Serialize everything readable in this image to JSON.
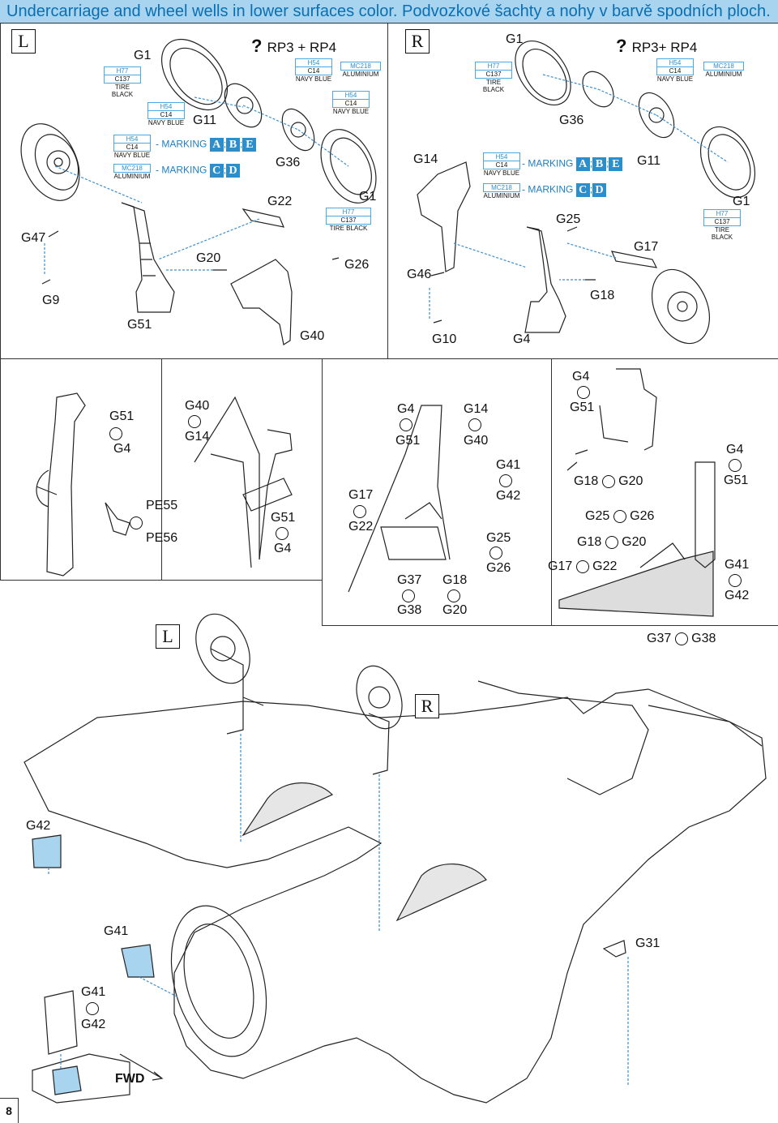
{
  "header": {
    "title": "Undercarriage and wheel wells in lower surfaces color. Podvozkové šachty a nohy v barvě spodních ploch."
  },
  "page_number": "8",
  "sides": {
    "left": "L",
    "right": "R"
  },
  "paints": {
    "h77": {
      "code": "H77",
      "c": "C137",
      "name": "TIRE BLACK"
    },
    "h54": {
      "code": "H54",
      "c": "C14",
      "name": "NAVY BLUE"
    },
    "mc218": {
      "code": "MC218",
      "name": "ALUMINIUM"
    }
  },
  "marking": {
    "prefix": "- MARKING",
    "a": "A",
    "b": "B",
    "c": "C",
    "d": "D",
    "e": "E",
    "sep": ";"
  },
  "options": {
    "left": "RP3 + RP4",
    "right": "RP3+ RP4"
  },
  "parts": {
    "G1": "G1",
    "G4": "G4",
    "G9": "G9",
    "G10": "G10",
    "G11": "G11",
    "G14": "G14",
    "G17": "G17",
    "G18": "G18",
    "G20": "G20",
    "G22": "G22",
    "G25": "G25",
    "G26": "G26",
    "G31": "G31",
    "G36": "G36",
    "G37": "G37",
    "G38": "G38",
    "G40": "G40",
    "G41": "G41",
    "G42": "G42",
    "G46": "G46",
    "G47": "G47",
    "G51": "G51",
    "PE55": "PE55",
    "PE56": "PE56"
  },
  "fwd": "FWD"
}
